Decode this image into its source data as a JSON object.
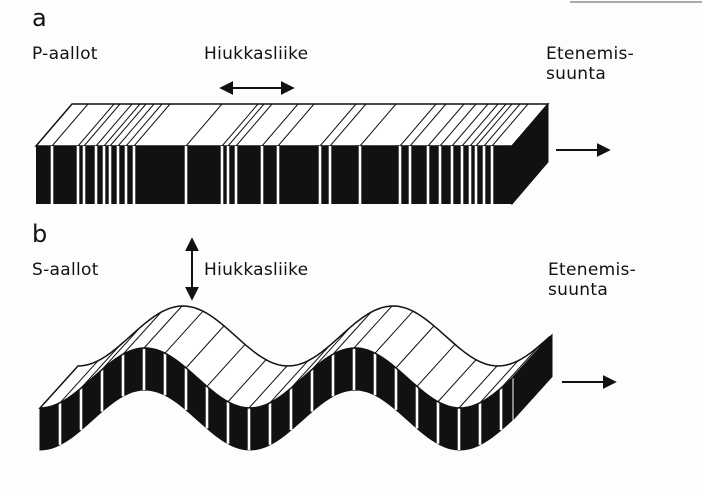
{
  "panels": [
    {
      "letter": "a",
      "wave_label": "P-aallot",
      "particle_label": "Hiukkasliike",
      "direction_label_1": "Etenemis-",
      "direction_label_2": "suunta"
    },
    {
      "letter": "b",
      "wave_label": "S-aallot",
      "particle_label": "Hiukkasliike",
      "direction_label_1": "Etenemis-",
      "direction_label_2": "suunta"
    }
  ],
  "colors": {
    "ink": "#111111",
    "paper": "#fdfdfd"
  }
}
